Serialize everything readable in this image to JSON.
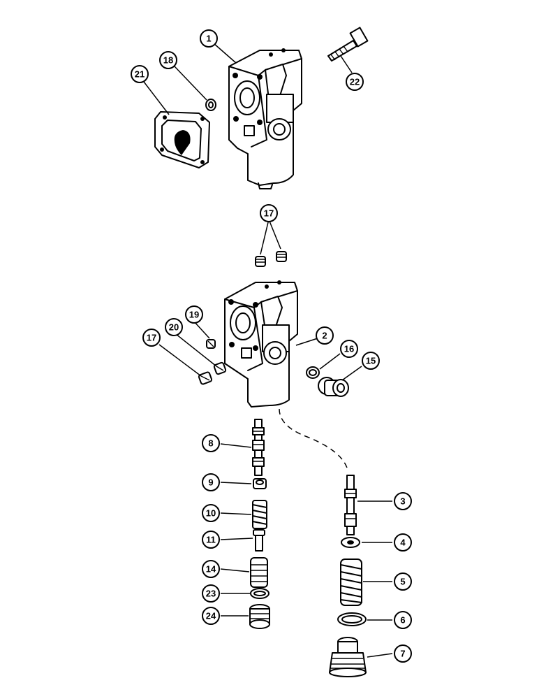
{
  "diagram": {
    "callouts": [
      {
        "id": "c1",
        "label": "1"
      },
      {
        "id": "c2",
        "label": "2"
      },
      {
        "id": "c3",
        "label": "3"
      },
      {
        "id": "c4",
        "label": "4"
      },
      {
        "id": "c5",
        "label": "5"
      },
      {
        "id": "c6",
        "label": "6"
      },
      {
        "id": "c7",
        "label": "7"
      },
      {
        "id": "c8",
        "label": "8"
      },
      {
        "id": "c9",
        "label": "9"
      },
      {
        "id": "c10",
        "label": "10"
      },
      {
        "id": "c11",
        "label": "11"
      },
      {
        "id": "c14",
        "label": "14"
      },
      {
        "id": "c15",
        "label": "15"
      },
      {
        "id": "c16",
        "label": "16"
      },
      {
        "id": "c17a",
        "label": "17"
      },
      {
        "id": "c17b",
        "label": "17"
      },
      {
        "id": "c18",
        "label": "18"
      },
      {
        "id": "c19",
        "label": "19"
      },
      {
        "id": "c20",
        "label": "20"
      },
      {
        "id": "c21",
        "label": "21"
      },
      {
        "id": "c22",
        "label": "22"
      },
      {
        "id": "c23",
        "label": "23"
      },
      {
        "id": "c24",
        "label": "24"
      }
    ]
  }
}
